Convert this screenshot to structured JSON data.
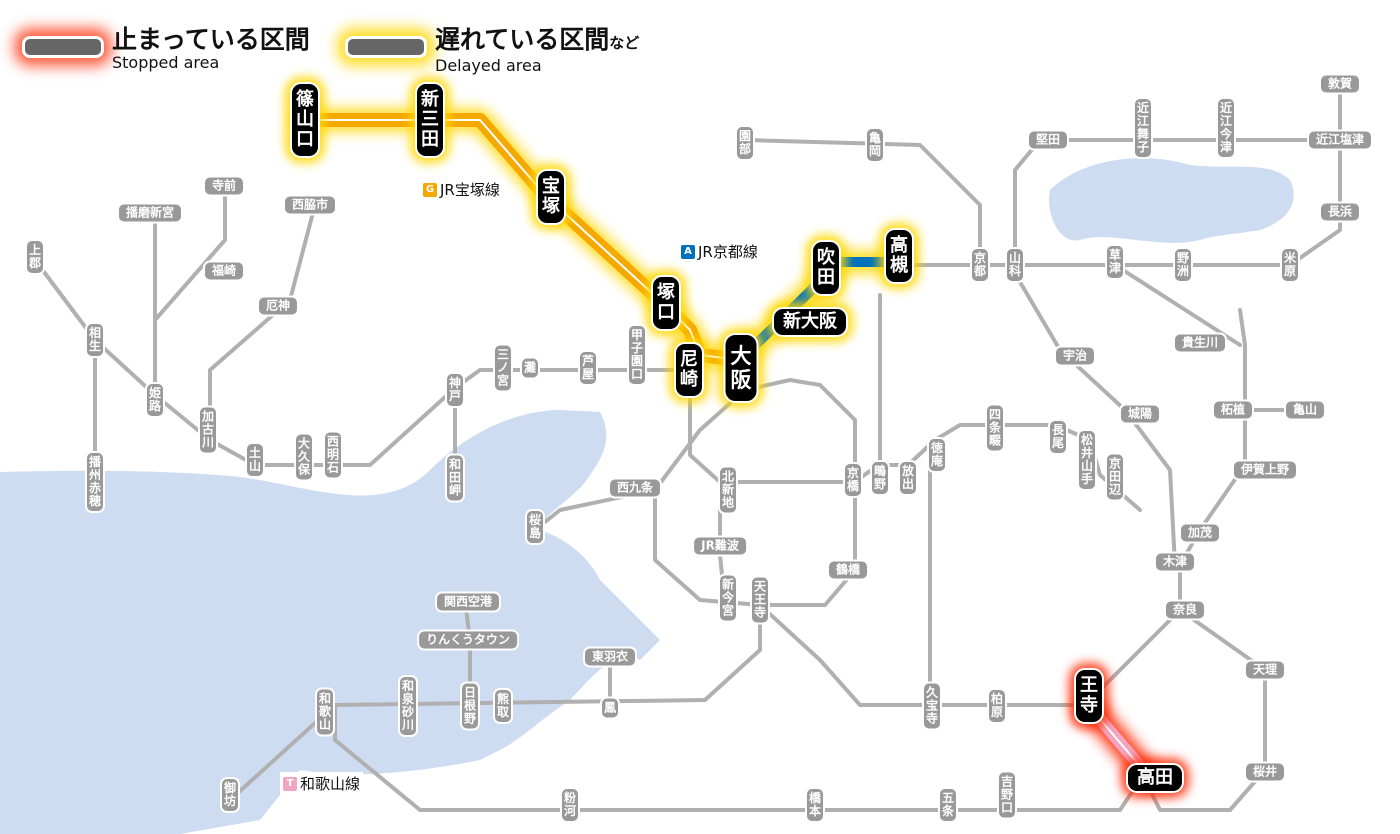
{
  "legend": {
    "stopped": {
      "jp": "止まっている区間",
      "en": "Stopped area",
      "color": "#ff2800"
    },
    "delayed": {
      "jp": "遅れている区間",
      "jp_suffix": "など",
      "en": "Delayed area",
      "color": "#ffd700"
    }
  },
  "colors": {
    "sea": "#cddcf0",
    "normal_line": "#b0b0b0",
    "takarazuka": "#f5a800",
    "kyoto": "#0072bc",
    "wakayama": "#f3a4c0",
    "station_normal": "#999999",
    "station_affected": "#000000"
  },
  "line_labels": {
    "takarazuka": {
      "badge": "G",
      "name": "JR宝塚線",
      "badge_color": "#f5a800"
    },
    "kyoto": {
      "badge": "A",
      "name": "JR京都線",
      "badge_color": "#0072bc"
    },
    "wakayama": {
      "badge": "T",
      "name": "和歌山線",
      "badge_color": "#f3a4c0"
    }
  },
  "stations": {
    "sasayamaguchi": "篠山口",
    "shinsanda": "新三田",
    "takarazuka": "宝塚",
    "tsukaguchi": "塚口",
    "amagasaki": "尼崎",
    "osaka": "大阪",
    "shinosaka": "新大阪",
    "suita": "吹田",
    "takatsuki": "高槻",
    "oji": "王寺",
    "takada": "高田",
    "sonobe": "園部",
    "kameoka": "亀岡",
    "kyoto": "京都",
    "yamashina": "山科",
    "katata": "堅田",
    "omimaiko": "近江舞子",
    "omiimazu": "近江今津",
    "omishiotsu": "近江塩津",
    "tsuruga": "敦賀",
    "nagahama": "長浜",
    "maibara": "米原",
    "kusatsu": "草津",
    "yasu": "野洲",
    "uji": "宇治",
    "kibukawa": "貴生川",
    "joyo": "城陽",
    "tsuge": "柘植",
    "kameyama": "亀山",
    "igaueno": "伊賀上野",
    "kamo": "加茂",
    "kizu": "木津",
    "nara": "奈良",
    "tenri": "天理",
    "sakurai": "桜井",
    "shijonawate": "四条畷",
    "nagao": "長尾",
    "matsuiyamate": "松井山手",
    "kyotanabe": "京田辺",
    "tokuan": "徳庵",
    "hanaten": "放出",
    "shigino": "鴫野",
    "kyobashi": "京橋",
    "kitashinchi": "北新地",
    "nishikujo": "西九条",
    "sakurajima": "桜島",
    "jrnamba": "JR難波",
    "shinimamiya": "新今宮",
    "tennoji": "天王寺",
    "tsuruhashi": "鶴橋",
    "kyuhoji": "久宝寺",
    "kashiwara": "柏原",
    "otori": "鳳",
    "higashihagoromo": "東羽衣",
    "hineno": "日根野",
    "kumatori": "熊取",
    "rinku": "りんくうタウン",
    "kix": "関西空港",
    "izumisunagawa": "和泉砂川",
    "wakayama": "和歌山",
    "gobo": "御坊",
    "konakawa": "粉河",
    "hashimoto": "橋本",
    "gojo": "五条",
    "yoshinoguchi": "吉野口",
    "koshienguchi": "甲子園口",
    "ashiya": "芦屋",
    "nada": "灘",
    "sannomiya": "三ノ宮",
    "kobe": "神戸",
    "wadamisaki": "和田岬",
    "nishiakashi": "西明石",
    "okubo": "大久保",
    "tsuchiyama": "土山",
    "kakogawa": "加古川",
    "yashiro": "厄神",
    "nishiwakishi": "西脇市",
    "fukusaki": "福崎",
    "teramae": "寺前",
    "harimashingu": "播磨新宮",
    "kamigori": "上郡",
    "aioi": "相生",
    "himeji": "姫路",
    "banshuako": "播州赤穂"
  }
}
